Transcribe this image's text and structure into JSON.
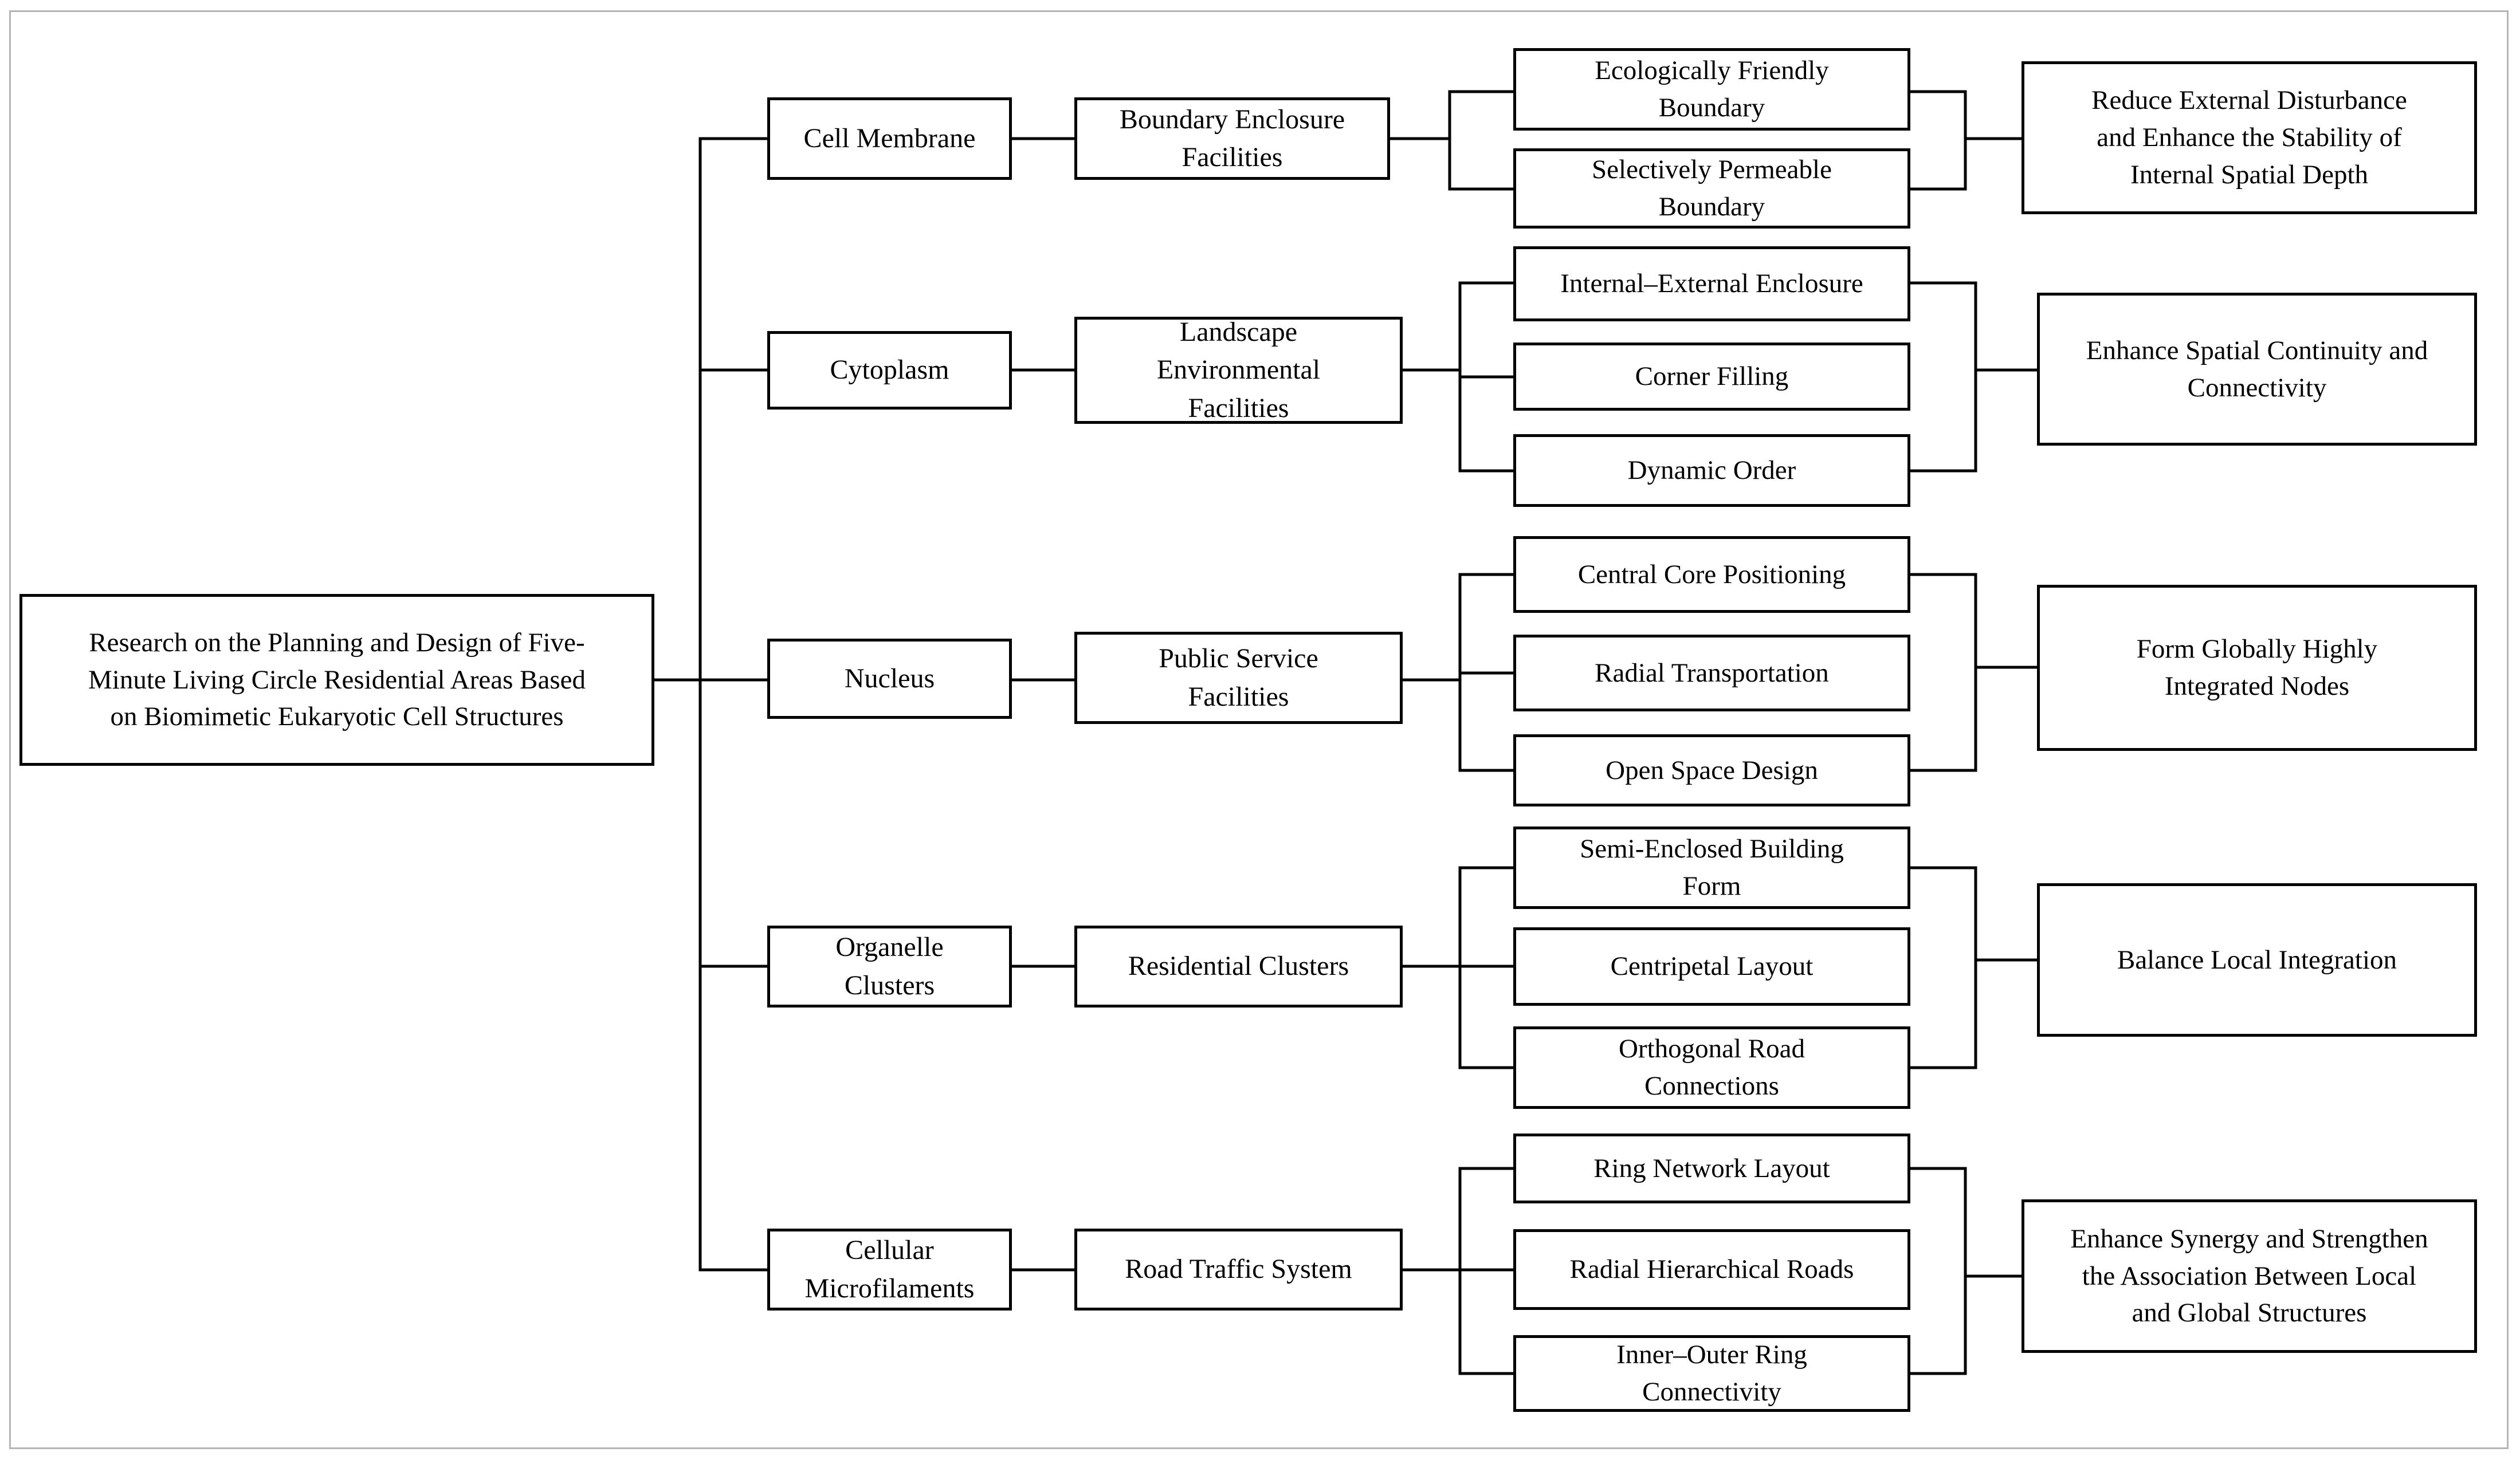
{
  "root": {
    "lines": [
      "Research on the Planning and Design of Five-",
      "Minute Living Circle Residential Areas Based",
      "on Biomimetic Eukaryotic Cell Structures"
    ]
  },
  "branches": [
    {
      "component": [
        "Cell Membrane"
      ],
      "facility": [
        "Boundary Enclosure",
        "Facilities"
      ],
      "strategies": [
        [
          "Ecologically Friendly",
          "Boundary"
        ],
        [
          "Selectively Permeable",
          "Boundary"
        ]
      ],
      "outcome": [
        "Reduce External Disturbance",
        "and Enhance the Stability of",
        "Internal Spatial Depth"
      ]
    },
    {
      "component": [
        "Cytoplasm"
      ],
      "facility": [
        "Landscape",
        "Environmental",
        "Facilities"
      ],
      "strategies": [
        [
          "Internal–External Enclosure"
        ],
        [
          "Corner Filling"
        ],
        [
          "Dynamic Order"
        ]
      ],
      "outcome": [
        "Enhance Spatial Continuity and",
        "Connectivity"
      ]
    },
    {
      "component": [
        "Nucleus"
      ],
      "facility": [
        "Public Service",
        "Facilities"
      ],
      "strategies": [
        [
          "Central Core Positioning"
        ],
        [
          "Radial Transportation"
        ],
        [
          "Open Space Design"
        ]
      ],
      "outcome": [
        "Form Globally Highly",
        "Integrated Nodes"
      ]
    },
    {
      "component": [
        "Organelle",
        "Clusters"
      ],
      "facility": [
        "Residential Clusters"
      ],
      "strategies": [
        [
          "Semi-Enclosed Building",
          "Form"
        ],
        [
          "Centripetal Layout"
        ],
        [
          "Orthogonal Road",
          "Connections"
        ]
      ],
      "outcome": [
        "Balance Local Integration"
      ]
    },
    {
      "component": [
        "Cellular",
        "Microfilaments"
      ],
      "facility": [
        "Road Traffic System"
      ],
      "strategies": [
        [
          "Ring Network Layout"
        ],
        [
          "Radial Hierarchical Roads"
        ],
        [
          "Inner–Outer Ring",
          "Connectivity"
        ]
      ],
      "outcome": [
        "Enhance Synergy and Strengthen",
        "the Association Between Local",
        "and Global Structures"
      ]
    }
  ]
}
